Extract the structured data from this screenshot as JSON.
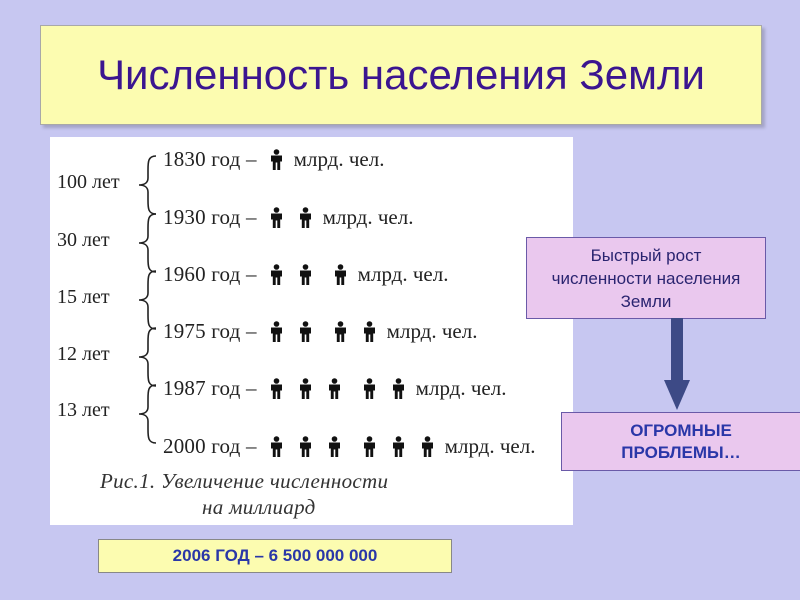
{
  "title": "Численность населения Земли",
  "figure": {
    "rows": [
      {
        "year_text": "1830 год –",
        "icon_groups": [
          1
        ],
        "unit": "млрд. чел."
      },
      {
        "year_text": "1930 год –",
        "icon_groups": [
          2
        ],
        "unit": "млрд. чел."
      },
      {
        "year_text": "1960 год –",
        "icon_groups": [
          2,
          1
        ],
        "unit": "млрд. чел."
      },
      {
        "year_text": "1975 год –",
        "icon_groups": [
          2,
          2
        ],
        "unit": "млрд. чел."
      },
      {
        "year_text": "1987 год –",
        "icon_groups": [
          3,
          2
        ],
        "unit": "млрд. чел."
      },
      {
        "year_text": "2000 год –",
        "icon_groups": [
          3,
          3
        ],
        "unit": "млрд. чел."
      }
    ],
    "intervals": [
      "100 лет",
      "30 лет",
      "15 лет",
      "12 лет",
      "13 лет"
    ],
    "caption_line1": "Рис.1. Увеличение численности",
    "caption_line2": "на миллиард"
  },
  "growth_box": {
    "line1": "Быстрый рост",
    "line2": "численности населения",
    "line3": "Земли"
  },
  "problems_box": {
    "line1": "ОГРОМНЫЕ",
    "line2": "ПРОБЛЕМЫ…"
  },
  "year_box": "2006 ГОД – 6 500 000 000",
  "icons": {
    "person": "person-icon",
    "brace": "curly-brace-icon",
    "arrow": "down-arrow-icon"
  },
  "colors": {
    "background": "#c7c7f1",
    "title_box": "#fcfcb0",
    "title_text": "#3b1590",
    "callout_box": "#eac8ee",
    "arrow": "#3d4a86",
    "accent_text": "#2a37a8"
  }
}
